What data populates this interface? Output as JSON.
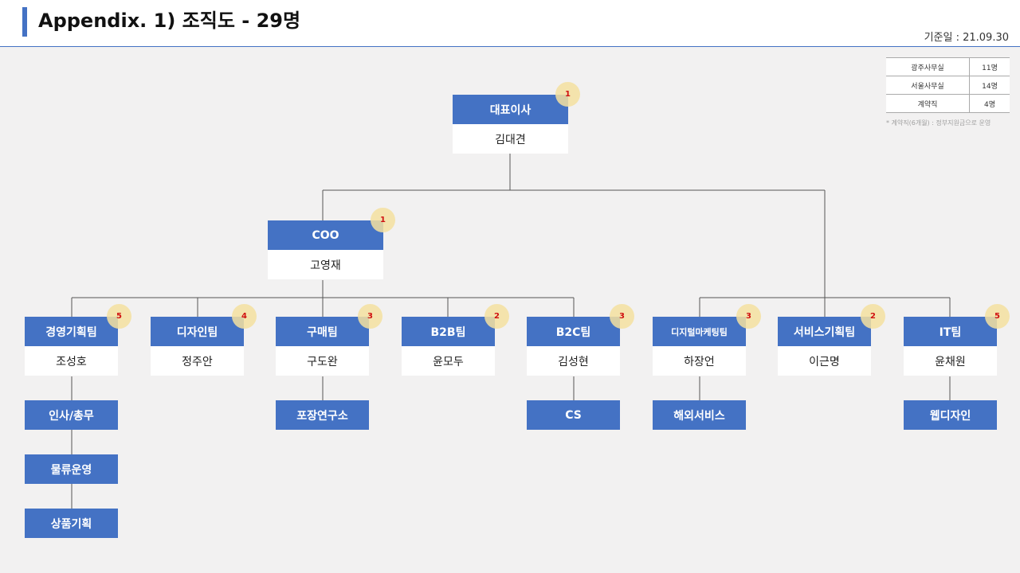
{
  "header": {
    "title": "Appendix. 1) 조직도 - 29명",
    "base_date": "기준일 : 21.09.30"
  },
  "summary": {
    "rows": [
      {
        "label": "광주사무실",
        "count": "11명"
      },
      {
        "label": "서울사무실",
        "count": "14명"
      },
      {
        "label": "계약직",
        "count": "4명"
      }
    ],
    "note": "* 계약직(6개월) : 정부지원금으로 운영"
  },
  "org": {
    "ceo": {
      "title": "대표이사",
      "name": "김대견",
      "count": "1"
    },
    "coo": {
      "title": "COO",
      "name": "고영재",
      "count": "1"
    },
    "teams": [
      {
        "title": "경영기획팀",
        "name": "조성호",
        "count": "5"
      },
      {
        "title": "디자인팀",
        "name": "정주안",
        "count": "4"
      },
      {
        "title": "구매팀",
        "name": "구도완",
        "count": "3"
      },
      {
        "title": "B2B팀",
        "name": "윤모두",
        "count": "2"
      },
      {
        "title": "B2C팀",
        "name": "김성현",
        "count": "3"
      },
      {
        "title": "디지털마케팅팀",
        "name": "하장언",
        "count": "3"
      },
      {
        "title": "서비스기획팀",
        "name": "이근명",
        "count": "2"
      },
      {
        "title": "IT팀",
        "name": "윤채원",
        "count": "5"
      }
    ],
    "sub_units": {
      "mgmt": [
        "인사/총무",
        "물류운영",
        "상품기획"
      ],
      "purchase": [
        "포장연구소"
      ],
      "b2c": [
        "CS"
      ],
      "digital": [
        "해외서비스"
      ],
      "it": [
        "웹디자인"
      ]
    }
  }
}
